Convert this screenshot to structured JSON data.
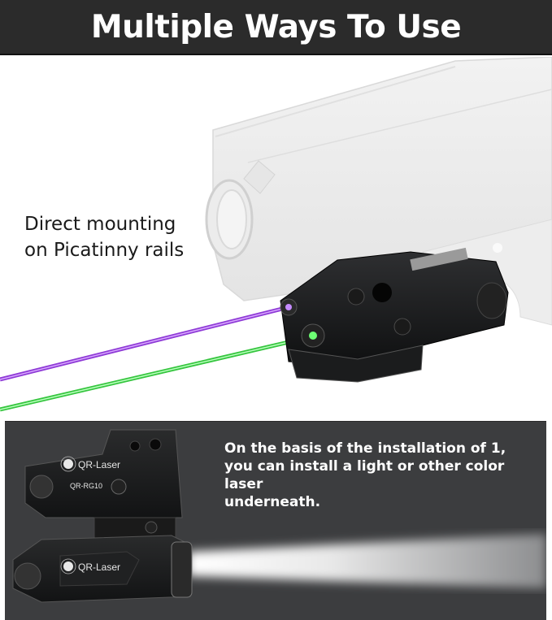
{
  "header": {
    "title": "Multiple Ways To Use"
  },
  "top_section": {
    "caption_line1": "Direct mounting",
    "caption_line2": "on Picatinny rails",
    "laser_colors": {
      "purple": "#a24ae6",
      "green": "#3fd44a"
    }
  },
  "bottom_section": {
    "caption_line1": "On the basis of the installation of 1,",
    "caption_line2": "you can install a light or other color laser",
    "caption_line3": "underneath.",
    "device_labels": {
      "upper_brand": "QR-Laser",
      "upper_model": "QR-RG10",
      "lower_brand": "QR-Laser"
    }
  },
  "colors": {
    "header_bg": "#2b2b2b",
    "panel_bg": "#3c3d3f",
    "text_dark": "#1a1a1a",
    "text_light": "#ffffff"
  }
}
